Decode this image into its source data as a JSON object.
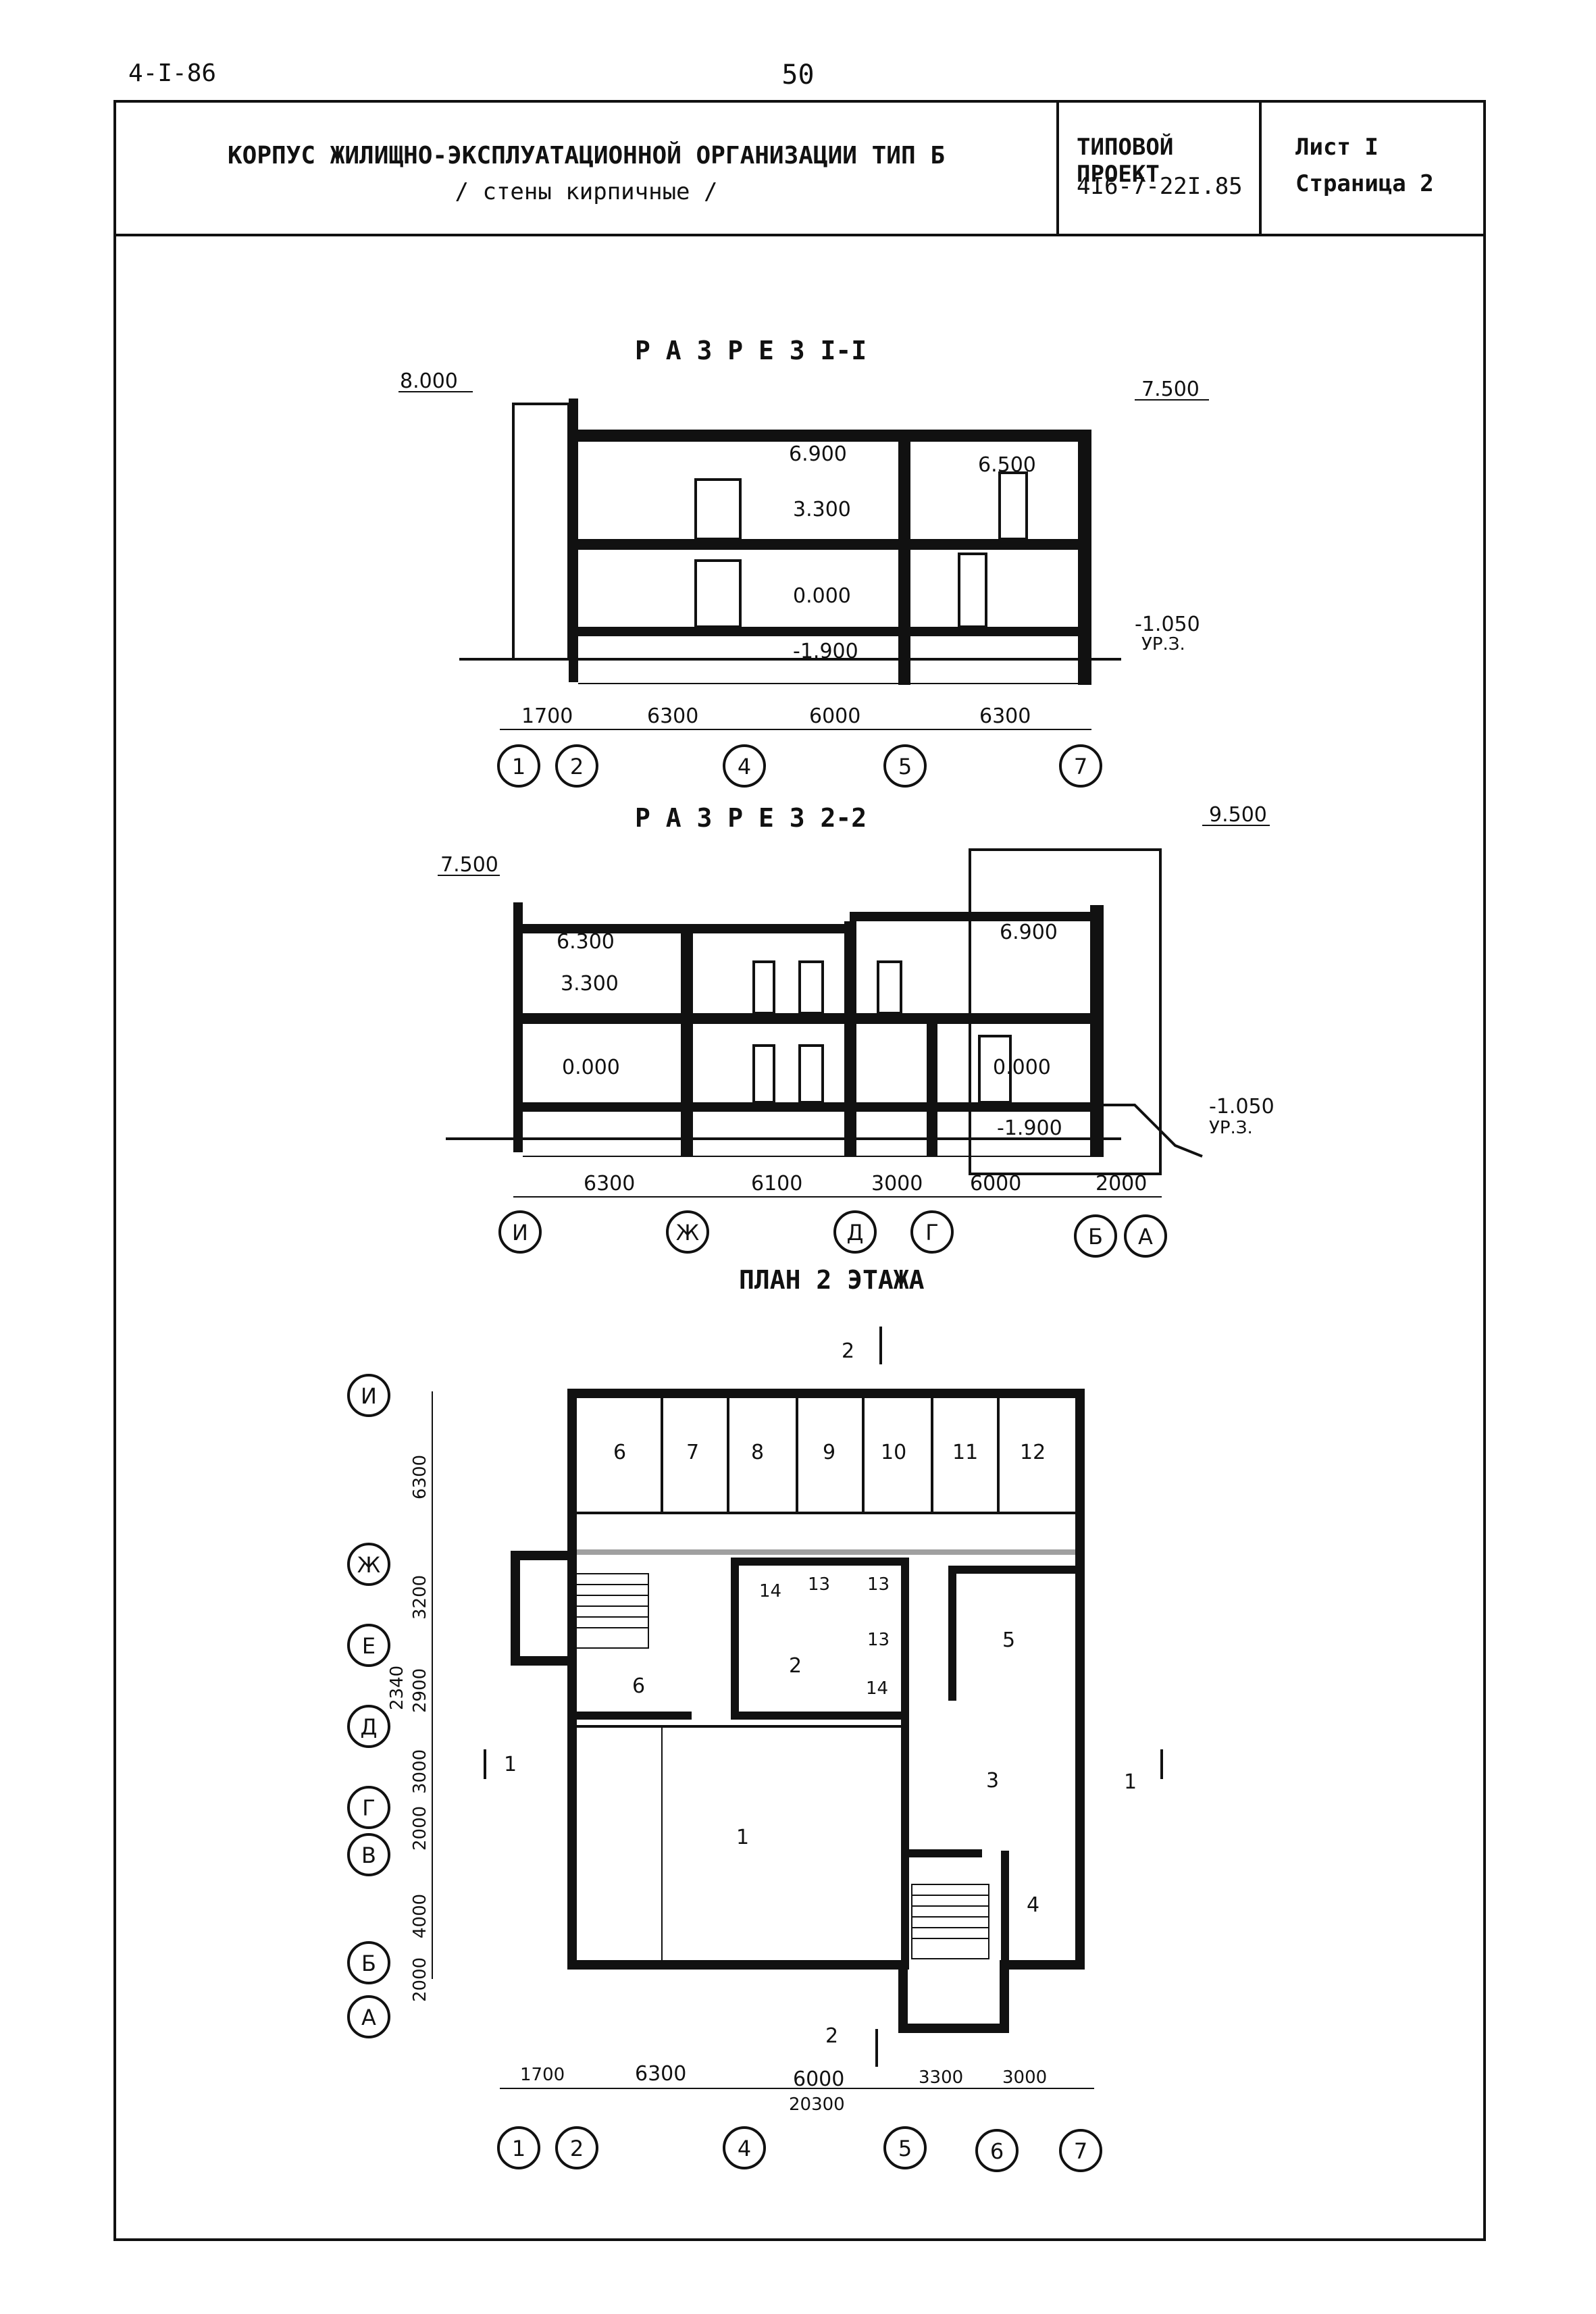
{
  "header": {
    "doc_code": "4-I-86",
    "page_number": "50"
  },
  "title_block": {
    "title": "КОРПУС ЖИЛИЩНО-ЭКСПЛУАТАЦИОННОЙ ОРГАНИЗАЦИИ ТИП Б",
    "subtitle": "/ стены кирпичные /",
    "project_label": "ТИПОВОЙ ПРОЕКТ",
    "project_code": "4I6-7-22I.85",
    "sheet": "Лист I",
    "page": "Страница 2"
  },
  "section1": {
    "title": "Р А З Р Е З  I-I",
    "levels": [
      "8.000",
      "7.500",
      "6.900",
      "6.500",
      "3.300",
      "0.000",
      "-1.050",
      "УР.З.",
      "-1.900"
    ],
    "dims": [
      "1700",
      "6300",
      "6000",
      "6300"
    ],
    "axes": [
      "1",
      "2",
      "4",
      "5",
      "7"
    ]
  },
  "section2": {
    "title": "Р А З Р Е З  2-2",
    "levels": [
      "9.500",
      "7.500",
      "6.300",
      "6.900",
      "3.300",
      "0.000",
      "0.000",
      "-1.050",
      "УР.З.",
      "-1.900"
    ],
    "dims": [
      "6300",
      "6100",
      "3000",
      "6000",
      "2000"
    ],
    "axes": [
      "И",
      "Ж",
      "Д",
      "Г",
      "Б",
      "А"
    ]
  },
  "plan": {
    "title": "ПЛАН  2  ЭТАЖА",
    "rooms": [
      "6",
      "7",
      "8",
      "9",
      "10",
      "11",
      "12",
      "14",
      "13",
      "13",
      "13",
      "2",
      "14",
      "5",
      "6",
      "3",
      "1",
      "4"
    ],
    "row_axes": [
      "И",
      "Ж",
      "Е",
      "Д",
      "Г",
      "В",
      "Б",
      "А"
    ],
    "row_dims": [
      "6300",
      "3200",
      "2340",
      "2900",
      "3000",
      "2000",
      "4000",
      "2000"
    ],
    "col_dims": [
      "1700",
      "6300",
      "6000",
      "3300",
      "3000"
    ],
    "total_dim": "20300",
    "col_axes": [
      "1",
      "2",
      "4",
      "5",
      "6",
      "7"
    ],
    "cut_marks": [
      "2",
      "1",
      "1",
      "2"
    ]
  }
}
